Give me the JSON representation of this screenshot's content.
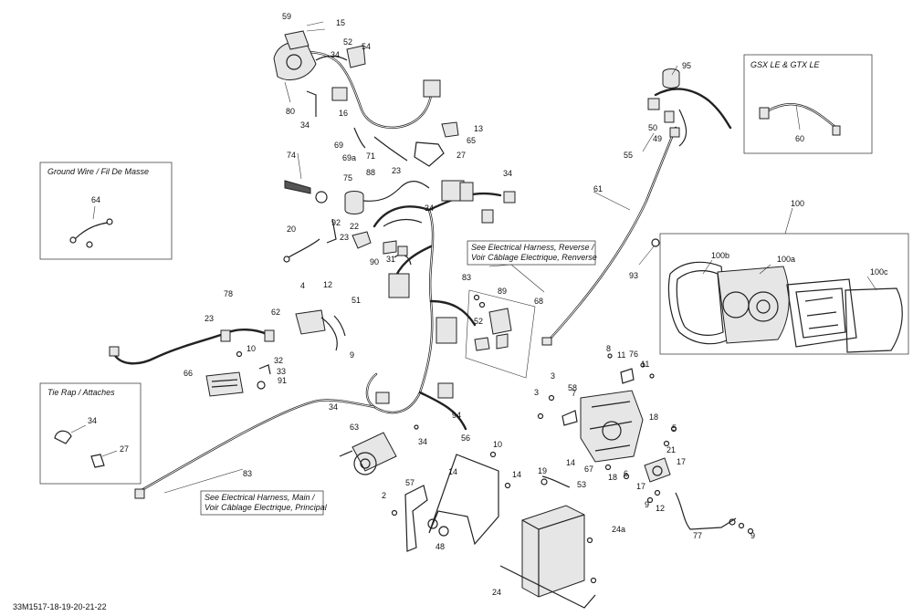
{
  "diagram_code": "33M1517-18-19-20-21-22",
  "boxes": {
    "ground_wire": "Ground Wire / Fil De Masse",
    "tie_rap": "Tie Rap / Attaches",
    "gsx": "GSX LE & GTX LE"
  },
  "notes": {
    "reverse_1": "See Electrical Harness, Reverse /",
    "reverse_2": "Voir Câblage Electrique, Renverse",
    "main_1": "See Electrical Harness, Main /",
    "main_2": "Voir Câblage Electrique, Principal"
  },
  "labels": {
    "l59": "59",
    "l15": "15",
    "l52": "52",
    "l54": "54",
    "l34a": "34",
    "l80": "80",
    "l34b": "34",
    "l16": "16",
    "l69": "69",
    "l69a": "69a",
    "l71": "71",
    "l23a": "23",
    "l13": "13",
    "l65": "65",
    "l27a": "27",
    "l74": "74",
    "l75": "75",
    "l88": "88",
    "l34c": "34",
    "l34d": "34",
    "l20": "20",
    "l92": "92",
    "l22": "22",
    "l23b": "23",
    "l90": "90",
    "l31": "31",
    "l83a": "83",
    "l64": "64",
    "l78": "78",
    "l4": "4",
    "l12a": "12",
    "l51": "51",
    "l62": "62",
    "l23c": "23",
    "l9a": "9",
    "l32": "32",
    "l10a": "10",
    "l33": "33",
    "l91": "91",
    "l66": "66",
    "l34e": "34",
    "l34f": "34",
    "l27b": "27",
    "l83b": "83",
    "l63": "63",
    "l34g": "34",
    "l94": "94",
    "l56": "56",
    "l10b": "10",
    "l89": "89",
    "l68": "68",
    "l52b": "52",
    "l95": "95",
    "l50": "50",
    "l49": "49",
    "l55": "55",
    "l61": "61",
    "l60": "60",
    "l100": "100",
    "l93": "93",
    "l100b": "100b",
    "l100a": "100a",
    "l100c": "100c",
    "l8": "8",
    "l11a": "11",
    "l76": "76",
    "l11b": "11",
    "l3a": "3",
    "l58": "58",
    "l3b": "3",
    "l7": "7",
    "l18a": "18",
    "l5": "5",
    "l21": "21",
    "l17a": "17",
    "l17b": "17",
    "l67": "67",
    "l18b": "18",
    "l6": "6",
    "l9b": "9",
    "l12b": "12",
    "l77": "77",
    "l9c": "9",
    "l14a": "14",
    "l14b": "14",
    "l14c": "14",
    "l19": "19",
    "l53": "53",
    "l57": "57",
    "l2": "2",
    "l48": "48",
    "l24a": "24a",
    "l24": "24"
  }
}
